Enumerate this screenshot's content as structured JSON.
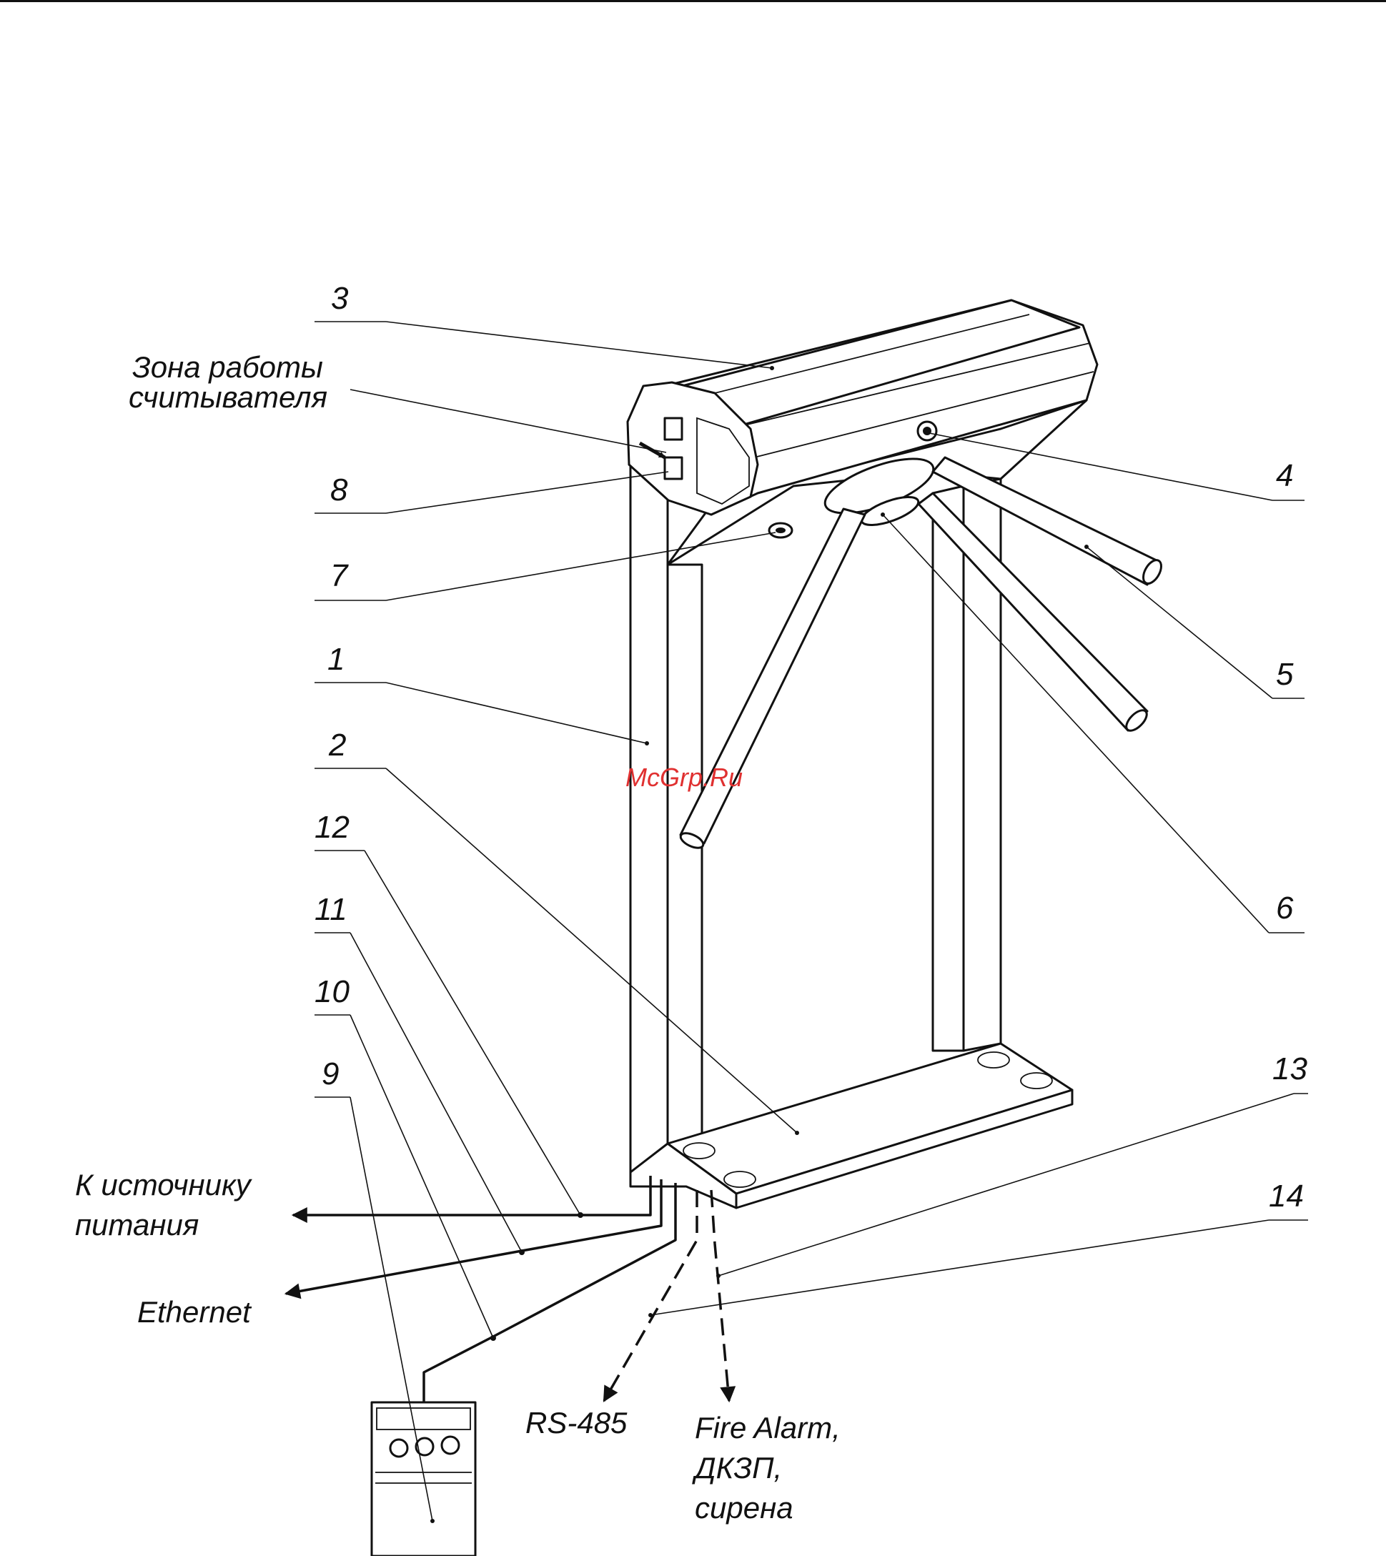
{
  "labels": {
    "n1": "1",
    "n2": "2",
    "n3": "3",
    "n4": "4",
    "n5": "5",
    "n6": "6",
    "n7": "7",
    "n8": "8",
    "n9": "9",
    "n10": "10",
    "n11": "11",
    "n12": "12",
    "n13": "13",
    "n14": "14"
  },
  "reader_zone": {
    "line1": "Зона работы",
    "line2": "считывателя"
  },
  "outputs": {
    "power_line1": "К источнику",
    "power_line2": "питания",
    "ethernet": "Ethernet",
    "rs485": "RS-485",
    "fire_line1": "Fire Alarm,",
    "fire_line2": "ДКЗП,",
    "fire_line3": "сирена"
  },
  "watermark": "McGrp.Ru"
}
